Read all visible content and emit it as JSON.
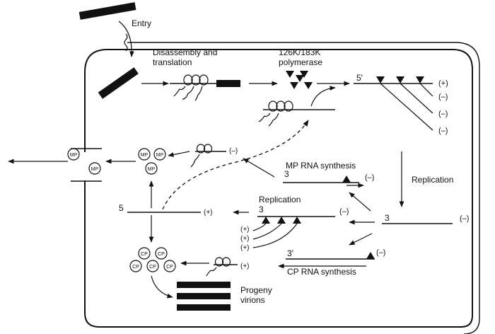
{
  "labels": {
    "entry": "Entry",
    "disassembly_line1": "Disassembly and",
    "disassembly_line2": "translation",
    "polymerase_line1": "126K/183K",
    "polymerase_line2": "polymerase",
    "replication_right": "Replication",
    "mp_rna_synthesis": "MP RNA synthesis",
    "replication_center": "Replication",
    "cp_rna_synthesis": "CP RNA synthesis",
    "progeny_line1": "Progeny",
    "progeny_line2": "virions"
  },
  "strand_marks": {
    "top_5prime": "5'",
    "top_plus": "(+)",
    "top_minus_1": "(–)",
    "top_minus_2": "(–)",
    "top_minus_3": "(–)",
    "mp_3": "3",
    "mp_minus": "(–)",
    "rep_3": "3",
    "rep_minus": "(–)",
    "genomic_5": "5",
    "genomic_plus": "(+)",
    "ss_plus_1": "(+)",
    "ss_plus_2": "(+)",
    "ss_plus_3": "(+)",
    "right_3": "3",
    "right_minus": "(–)",
    "cp_3prime": "3'",
    "cp_minus": "(–)",
    "cp_plus": "(+)",
    "mp_transcript_minus": "(–)"
  },
  "protein_labels": {
    "mp": "MP",
    "cp": "CP"
  }
}
